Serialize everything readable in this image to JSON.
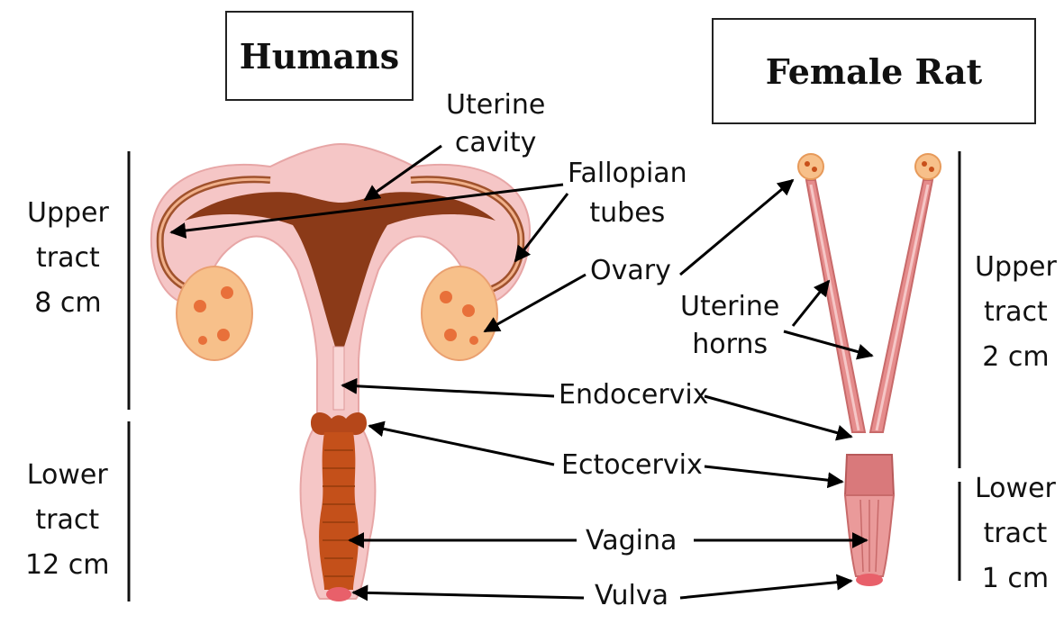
{
  "titles": {
    "left": "Humans",
    "right": "Female Rat"
  },
  "labels": {
    "uterine_cavity": [
      "Uterine",
      "cavity"
    ],
    "fallopian_tubes": [
      "Fallopian",
      "tubes"
    ],
    "ovary": "Ovary",
    "uterine_horns": [
      "Uterine",
      "horns"
    ],
    "endocervix": "Endocervix",
    "ectocervix": "Ectocervix",
    "vagina": "Vagina",
    "vulva": "Vulva"
  },
  "humans_tract": {
    "upper": [
      "Upper",
      "tract",
      "8 cm"
    ],
    "lower": [
      "Lower",
      "tract",
      "12 cm"
    ]
  },
  "rat_tract": {
    "upper": [
      "Upper",
      "tract",
      "2 cm"
    ],
    "lower": [
      "Lower",
      "tract",
      "1 cm"
    ]
  },
  "colors": {
    "tissue_pink": "#f5c6c6",
    "cavity_brown": "#8b3a18",
    "vagina_brown": "#c4501a",
    "ovary_orange": "#f7c08a",
    "follicle": "#e8703a",
    "rat_pink": "#e58c8c"
  }
}
